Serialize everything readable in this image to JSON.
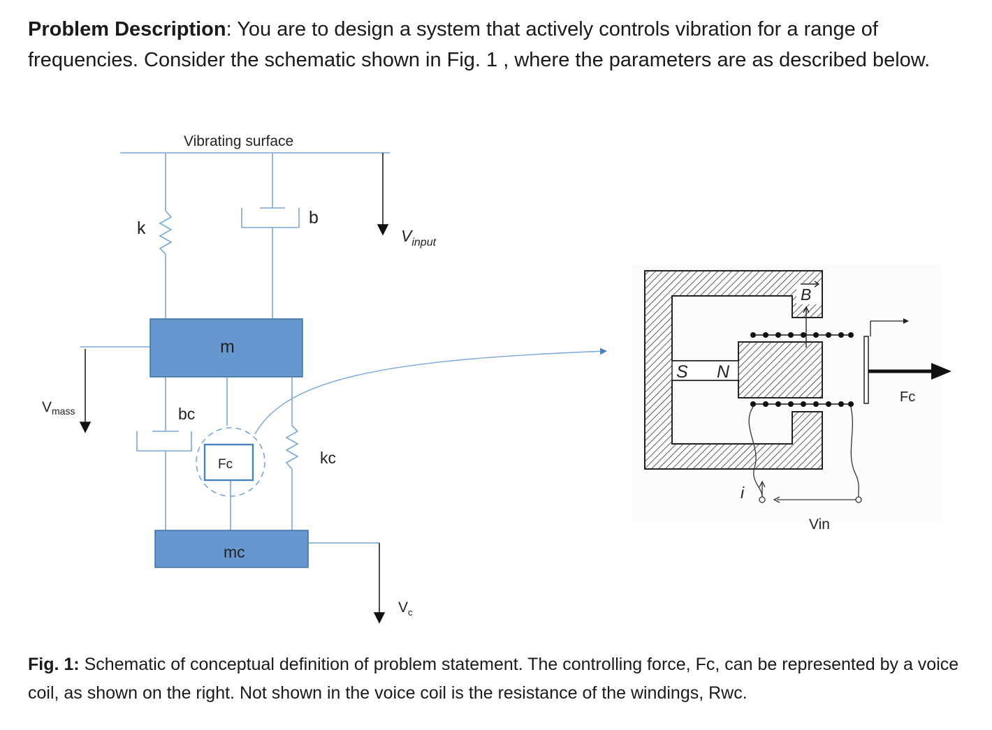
{
  "problem": {
    "heading": "Problem Description",
    "text": "You are to design a system that actively controls vibration for a range of frequencies. Consider the schematic shown in Fig. 1 , where the parameters are as described below."
  },
  "diagram": {
    "surface_label": "Vibrating surface",
    "k": "k",
    "b": "b",
    "v_input": {
      "main": "V",
      "sub": "input"
    },
    "m": "m",
    "v_mass": {
      "main": "V",
      "sub": "mass"
    },
    "bc": "bc",
    "fc_box": "Fc",
    "kc": "kc",
    "mc": "mc",
    "v_c": {
      "main": "V",
      "sub": "c"
    },
    "coil": {
      "b_vec": "B",
      "s": "S",
      "n": "N",
      "fc": "Fc",
      "i": "i",
      "vin": "Vin"
    }
  },
  "caption": {
    "label": "Fig. 1:",
    "text": "Schematic of conceptual definition of problem statement. The controlling force, Fc, can be represented by a voice coil, as shown on the right. Not shown in the voice coil is the resistance of the windings, Rwc."
  }
}
